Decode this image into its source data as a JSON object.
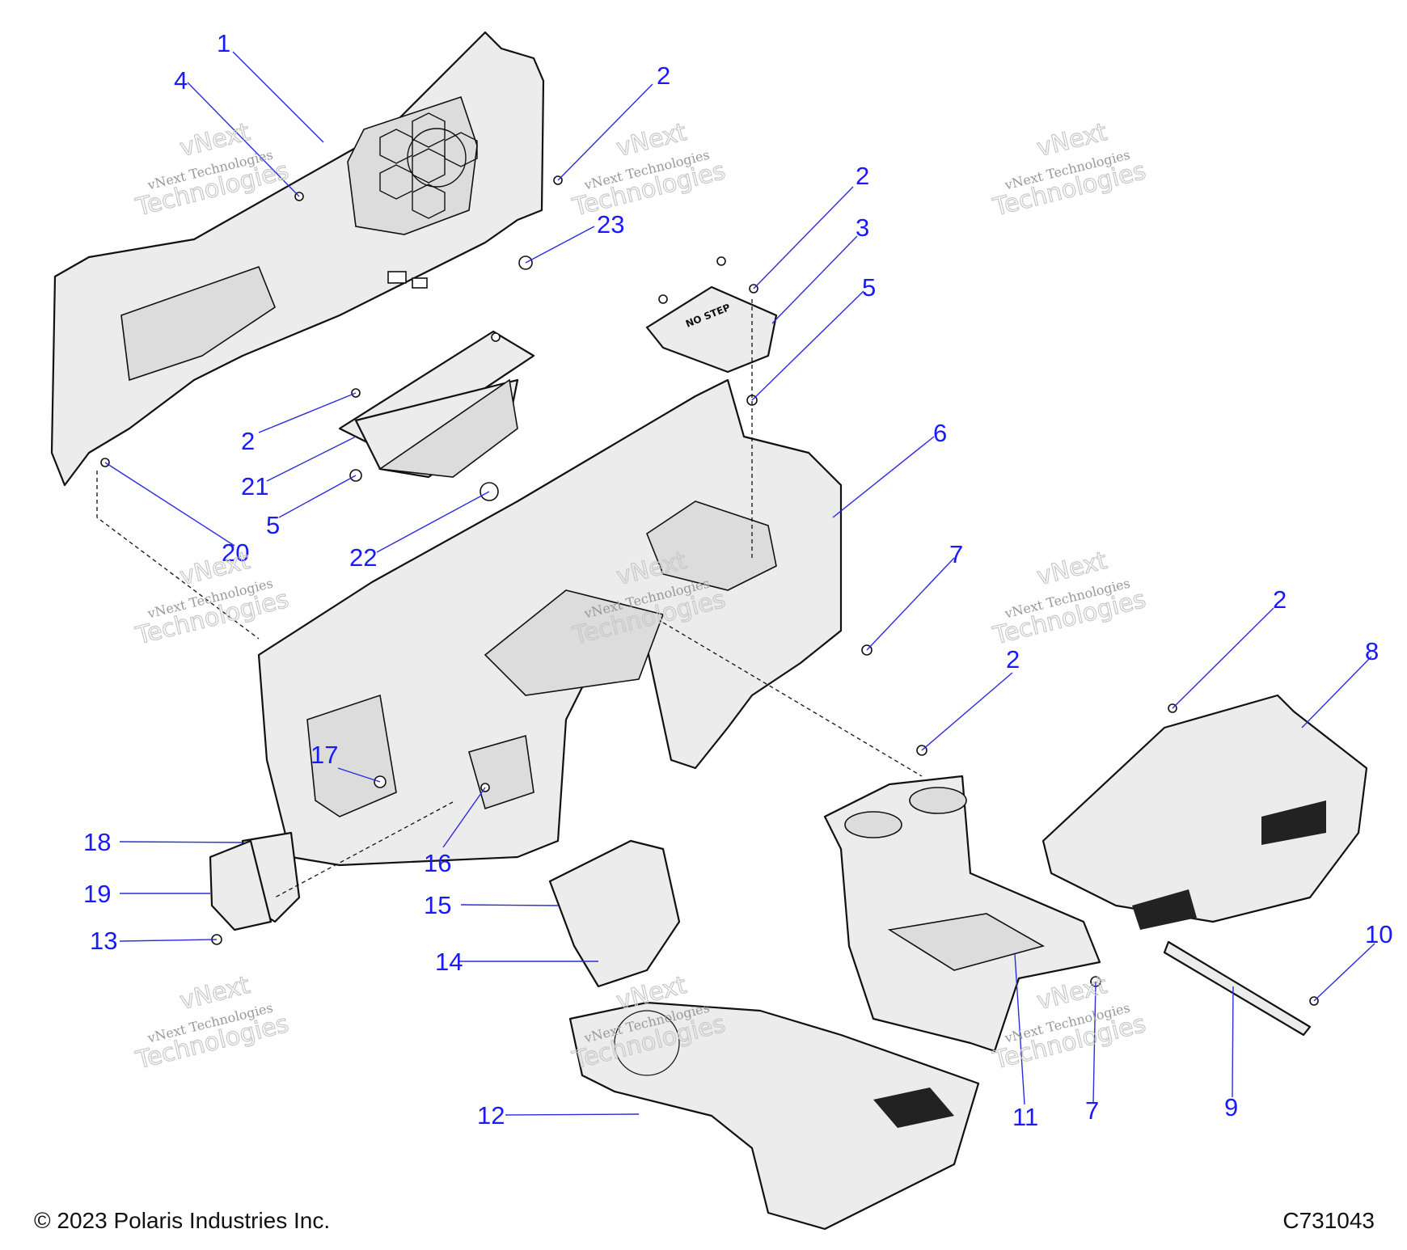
{
  "diagram": {
    "callouts": [
      "1",
      "2",
      "4",
      "2",
      "3",
      "5",
      "23",
      "2",
      "21",
      "5",
      "20",
      "22",
      "6",
      "7",
      "2",
      "2",
      "8",
      "17",
      "16",
      "18",
      "19",
      "13",
      "15",
      "14",
      "12",
      "11",
      "7",
      "9",
      "10"
    ],
    "watermark": {
      "line1": "vNext",
      "line2": "vNext Technologies",
      "line3": "Technologies"
    }
  },
  "footer": {
    "copyright": "© 2023 Polaris Industries Inc.",
    "drawing_id": "C731043"
  }
}
